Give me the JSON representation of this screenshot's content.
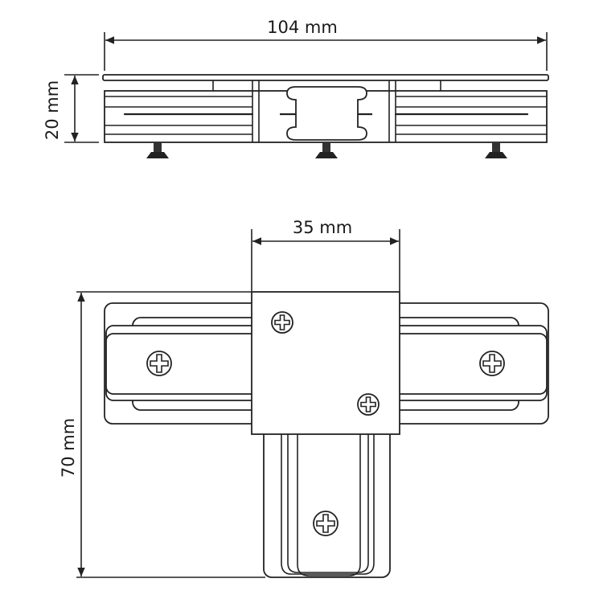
{
  "top_view": {
    "width_label": "104 mm",
    "height_label": "20 mm"
  },
  "bottom_view": {
    "connector_width_label": "35 mm",
    "depth_label": "70 mm"
  },
  "colors": {
    "line": "#222222",
    "background": "#ffffff"
  }
}
